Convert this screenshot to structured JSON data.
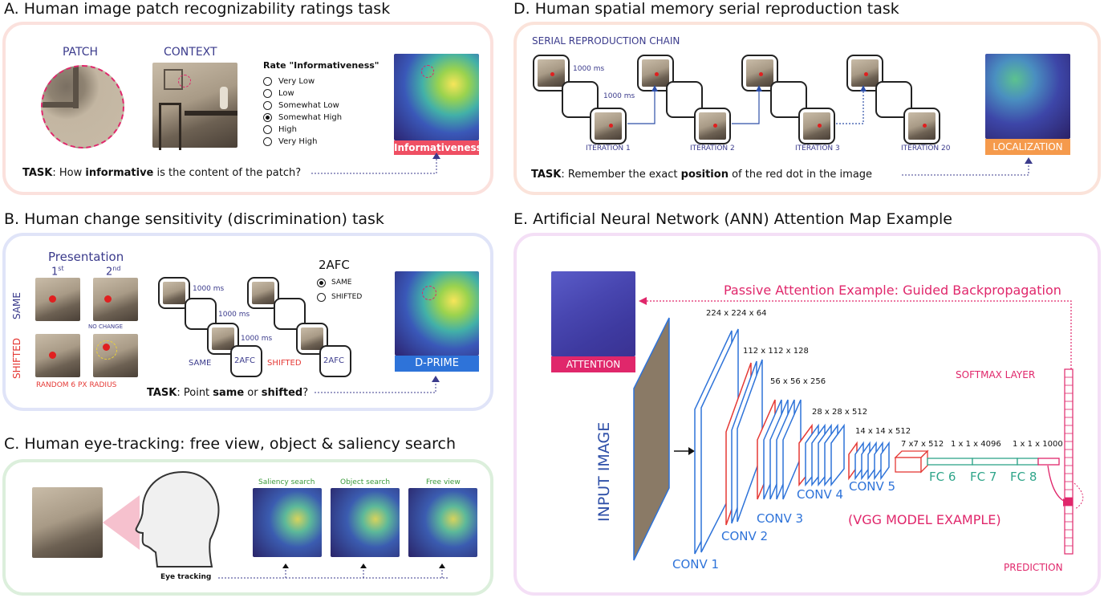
{
  "panelA": {
    "title": "A. Human image patch recognizability ratings task",
    "patch_label": "PATCH",
    "context_label": "CONTEXT",
    "rate_title": "Rate \"Informativeness\"",
    "options": [
      "Very Low",
      "Low",
      "Somewhat Low",
      "Somewhat High",
      "High",
      "Very High"
    ],
    "selected_option": "Somewhat High",
    "map_label": "Informativeness",
    "task_prefix": "TASK",
    "task_text_1": ": How ",
    "task_bold": "informative",
    "task_text_2": " is the content of the patch?"
  },
  "panelB": {
    "title": "B. Human change sensitivity (discrimination) task",
    "presentation": "Presentation",
    "first": "1",
    "first_sup": "st",
    "second": "2",
    "second_sup": "nd",
    "same_label": "SAME",
    "shifted_label": "SHIFTED",
    "no_change": "NO CHANGE",
    "random_radius": "RANDOM 6 PX RADIUS",
    "two_afc": "2AFC",
    "choice_same": "SAME",
    "choice_shifted": "SHIFTED",
    "ms_1000": "1000 ms",
    "seq_same": "SAME",
    "seq_shifted": "SHIFTED",
    "box_2afc": "2AFC",
    "map_label": "D-PRIME",
    "task_prefix": "TASK",
    "task_text_1": ": Point ",
    "task_bold_1": "same",
    "task_text_2": " or ",
    "task_bold_2": "shifted",
    "task_text_3": "?"
  },
  "panelC": {
    "title": "C. Human eye-tracking: free view, object & saliency search",
    "maps": [
      "Saliency search",
      "Object search",
      "Free view"
    ],
    "eye_tracking": "Eye tracking"
  },
  "panelD": {
    "title": "D. Human spatial memory serial reproduction task",
    "chain_label": "SERIAL REPRODUCTION CHAIN",
    "ms_1000": "1000 ms",
    "iterations": [
      "ITERATION 1",
      "ITERATION 2",
      "ITERATION 3",
      "ITERATION 20"
    ],
    "map_label": "LOCALIZATION",
    "task_prefix": "TASK",
    "task_text_1": ": Remember the exact ",
    "task_bold": "position",
    "task_text_2": " of the red dot in the image"
  },
  "panelE": {
    "title": "E. Artificial Neural Network (ANN) Attention Map Example",
    "passive": "Passive Attention Example: Guided Backpropagation",
    "attention": "ATTENTION",
    "input_image": "INPUT IMAGE",
    "dims": [
      "224 x 224 x 64",
      "112 x 112 x 128",
      "56 x 56 x 256",
      "28 x 28 x 512",
      "14 x 14 x 512",
      "7 x7 x 512",
      "1 x 1 x 4096",
      "1 x 1 x 1000"
    ],
    "convs": [
      "CONV 1",
      "CONV 2",
      "CONV 3",
      "CONV 4",
      "CONV 5"
    ],
    "fcs": [
      "FC 6",
      "FC 7",
      "FC 8"
    ],
    "softmax": "SOFTMAX LAYER",
    "prediction": "PREDICTION",
    "vgg": "(VGG MODEL EXAMPLE)"
  },
  "colors": {
    "navy": "#3b3b8c",
    "pink": "#e0276b",
    "red": "#e53935",
    "orange": "#f59a4c",
    "blue": "#2e73d9",
    "green": "#3a9a3a",
    "teal": "#2fa58a"
  }
}
